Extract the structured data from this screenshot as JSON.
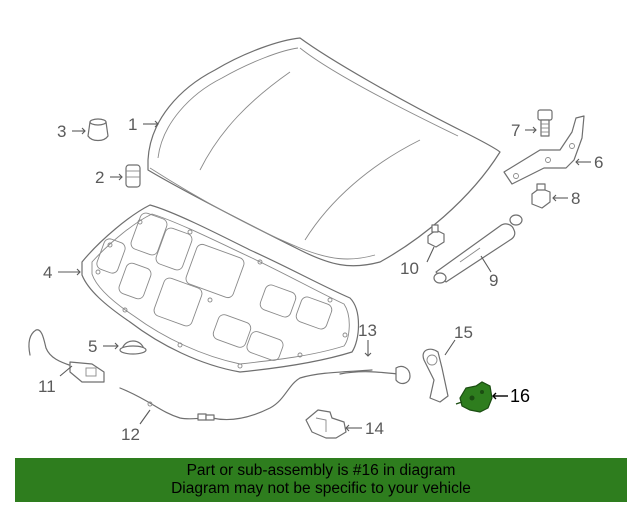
{
  "callouts": {
    "c1": "1",
    "c2": "2",
    "c3": "3",
    "c4": "4",
    "c5": "5",
    "c6": "6",
    "c7": "7",
    "c8": "8",
    "c9": "9",
    "c10": "10",
    "c11": "11",
    "c12": "12",
    "c13": "13",
    "c14": "14",
    "c15": "15",
    "c16": "16"
  },
  "highlight": {
    "part_number": "16",
    "color": "#2e7d1e"
  },
  "banner": {
    "line1": "Part or sub-assembly is #16 in diagram",
    "line2": "Diagram may not be specific to your vehicle",
    "background": "#2e7d1e"
  }
}
